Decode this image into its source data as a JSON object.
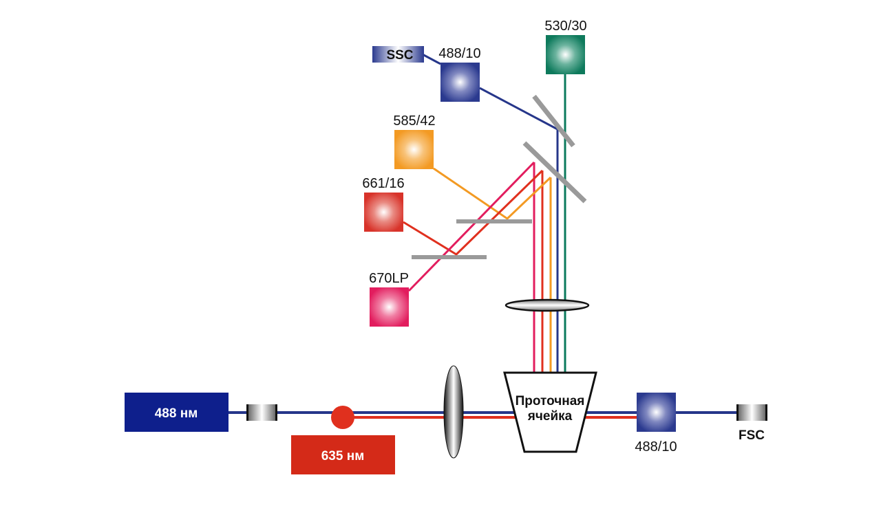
{
  "lasers": {
    "blue": {
      "label": "488 нм",
      "color": "#0e1f8c"
    },
    "red": {
      "label": "635 нм",
      "color": "#d42a18"
    }
  },
  "flow_cell": {
    "label_line1": "Проточная",
    "label_line2": "ячейка"
  },
  "detectors": {
    "fsc_filter": {
      "label": "488/10",
      "color": "#2b3a8f"
    },
    "fsc": {
      "label": "FSC"
    },
    "ssc": {
      "label": "SSC"
    },
    "ssc_filter": {
      "label": "488/10",
      "color": "#2b3a8f"
    },
    "green": {
      "label": "530/30",
      "color": "#0e7a5c"
    },
    "orange": {
      "label": "585/42",
      "color": "#f39a23"
    },
    "red": {
      "label": "661/16",
      "color": "#d8332a"
    },
    "pink": {
      "label": "670LP",
      "color": "#e21d5e"
    }
  },
  "beam_colors": {
    "blue": "#26368a",
    "red": "#e0301e",
    "green": "#0b7a5d",
    "orange": "#f39a23",
    "pink": "#e21d5e",
    "mirror": "#9a9a9a"
  }
}
